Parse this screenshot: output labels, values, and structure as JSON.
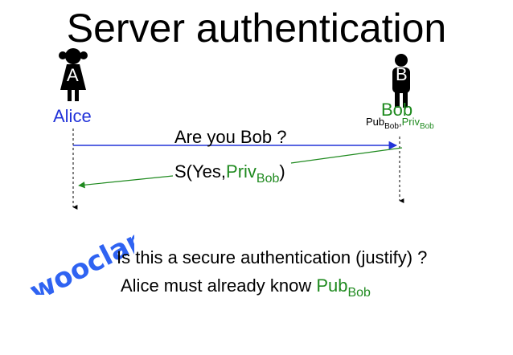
{
  "title": "Server authentication",
  "alice": {
    "label": "Alice",
    "figure_letter": "A"
  },
  "bob": {
    "label": "Bob",
    "figure_letter": "B",
    "keys": {
      "pub": "Pub",
      "pub_sub": "Bob",
      "separator": ",",
      "priv": "Priv",
      "priv_sub": "Bob"
    }
  },
  "messages": {
    "request": "Are you Bob ?",
    "response": {
      "prefix": "S(Yes,",
      "key": "Priv",
      "key_sub": "Bob",
      "suffix": ")"
    }
  },
  "question": "Is this a secure authentication (justify) ?",
  "answer": {
    "text": "Alice must already know ",
    "key": "Pub",
    "key_sub": "Bob"
  },
  "logo": {
    "text": "wooclap",
    "color": "#2f63f2"
  },
  "colors": {
    "alice": "#2233d9",
    "bob_keys": "#1f8a1f",
    "arrow_request": "#2233d9",
    "arrow_response": "#1f8a1f",
    "lifeline": "#000000"
  }
}
